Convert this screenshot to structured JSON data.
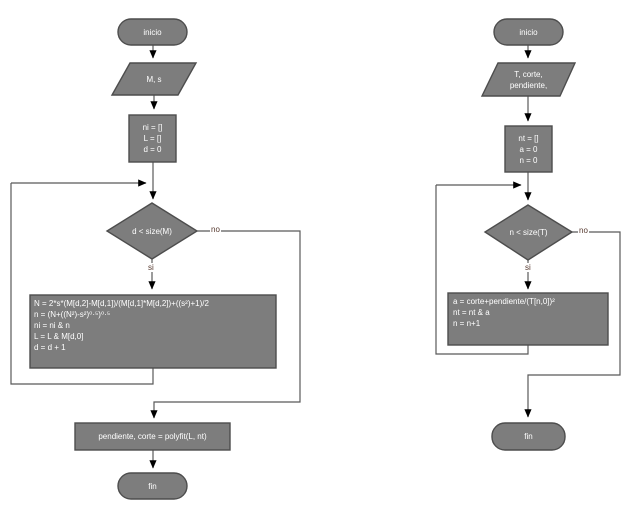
{
  "colors": {
    "shape_fill": "#7d7d7d",
    "shape_border": "#4d4d4d",
    "shape_text": "#ffffff",
    "connector_line": "#595959",
    "arrowhead": "#000000",
    "branch_label_text": "#573a30",
    "background": "#ffffff"
  },
  "left": {
    "start": "inicio",
    "input": "M, s",
    "init": "ni = []\nL = []\nd = 0",
    "decision": "d < size(M)",
    "branch_no": "no",
    "branch_yes": "si",
    "process": "N = 2*s*(M[d,2]-M[d,1])/(M[d,1]*M[d,2])+((s²)+1)/2\nn = (N+((N²)-s²)⁰·⁵)⁰·⁵\nni = ni & n\nL = L & M[d,0]\nd = d + 1",
    "output": "pendiente, corte = polyfit(L, nt)",
    "end": "fin"
  },
  "right": {
    "start": "inicio",
    "input": "T, corte,\npendiente,",
    "init": "nt = []\na = 0\nn = 0",
    "decision": "n < size(T)",
    "branch_no": "no",
    "branch_yes": "si",
    "process": "a = corte+pendiente/(T[n,0])²\nnt = nt & a\nn = n+1",
    "end": "fin"
  }
}
